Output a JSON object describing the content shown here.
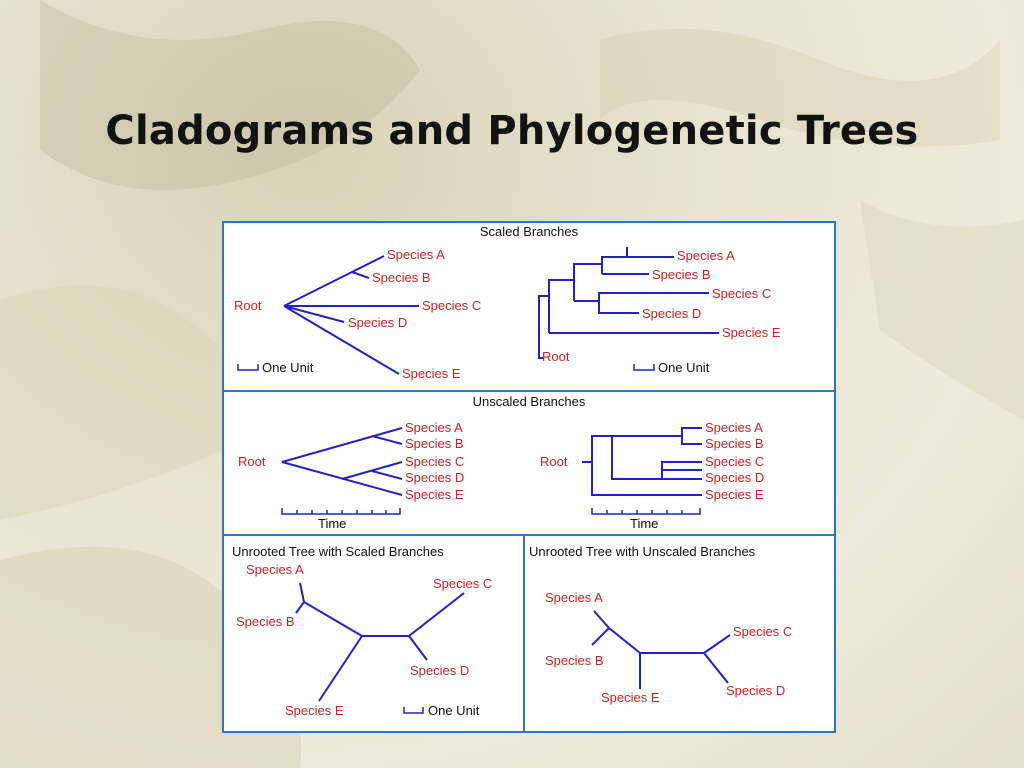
{
  "slide": {
    "title": "Cladograms and Phylogenetic Trees"
  },
  "colors": {
    "branch": "#2222cc",
    "label": "#d81e1e",
    "border": "#2a77c9"
  },
  "scaled": {
    "header": "Scaled Branches",
    "left": {
      "root": "Root",
      "a": "Species A",
      "b": "Species B",
      "c": "Species C",
      "d": "Species D",
      "e": "Species E",
      "unit": "One Unit"
    },
    "right": {
      "root": "Root",
      "a": "Species A",
      "b": "Species B",
      "c": "Species C",
      "d": "Species D",
      "e": "Species E",
      "unit": "One Unit"
    }
  },
  "unscaled": {
    "header": "Unscaled Branches",
    "left": {
      "root": "Root",
      "a": "Species A",
      "b": "Species B",
      "c": "Species C",
      "d": "Species D",
      "e": "Species E",
      "axis": "Time"
    },
    "right": {
      "root": "Root",
      "a": "Species A",
      "b": "Species B",
      "c": "Species C",
      "d": "Species D",
      "e": "Species E",
      "axis": "Time"
    }
  },
  "unrooted_scaled": {
    "header": "Unrooted Tree with Scaled Branches",
    "a": "Species A",
    "b": "Species B",
    "c": "Species C",
    "d": "Species D",
    "e": "Species E",
    "unit": "One Unit"
  },
  "unrooted_unscaled": {
    "header": "Unrooted Tree with Unscaled Branches",
    "a": "Species A",
    "b": "Species B",
    "c": "Species C",
    "d": "Species D",
    "e": "Species E"
  }
}
